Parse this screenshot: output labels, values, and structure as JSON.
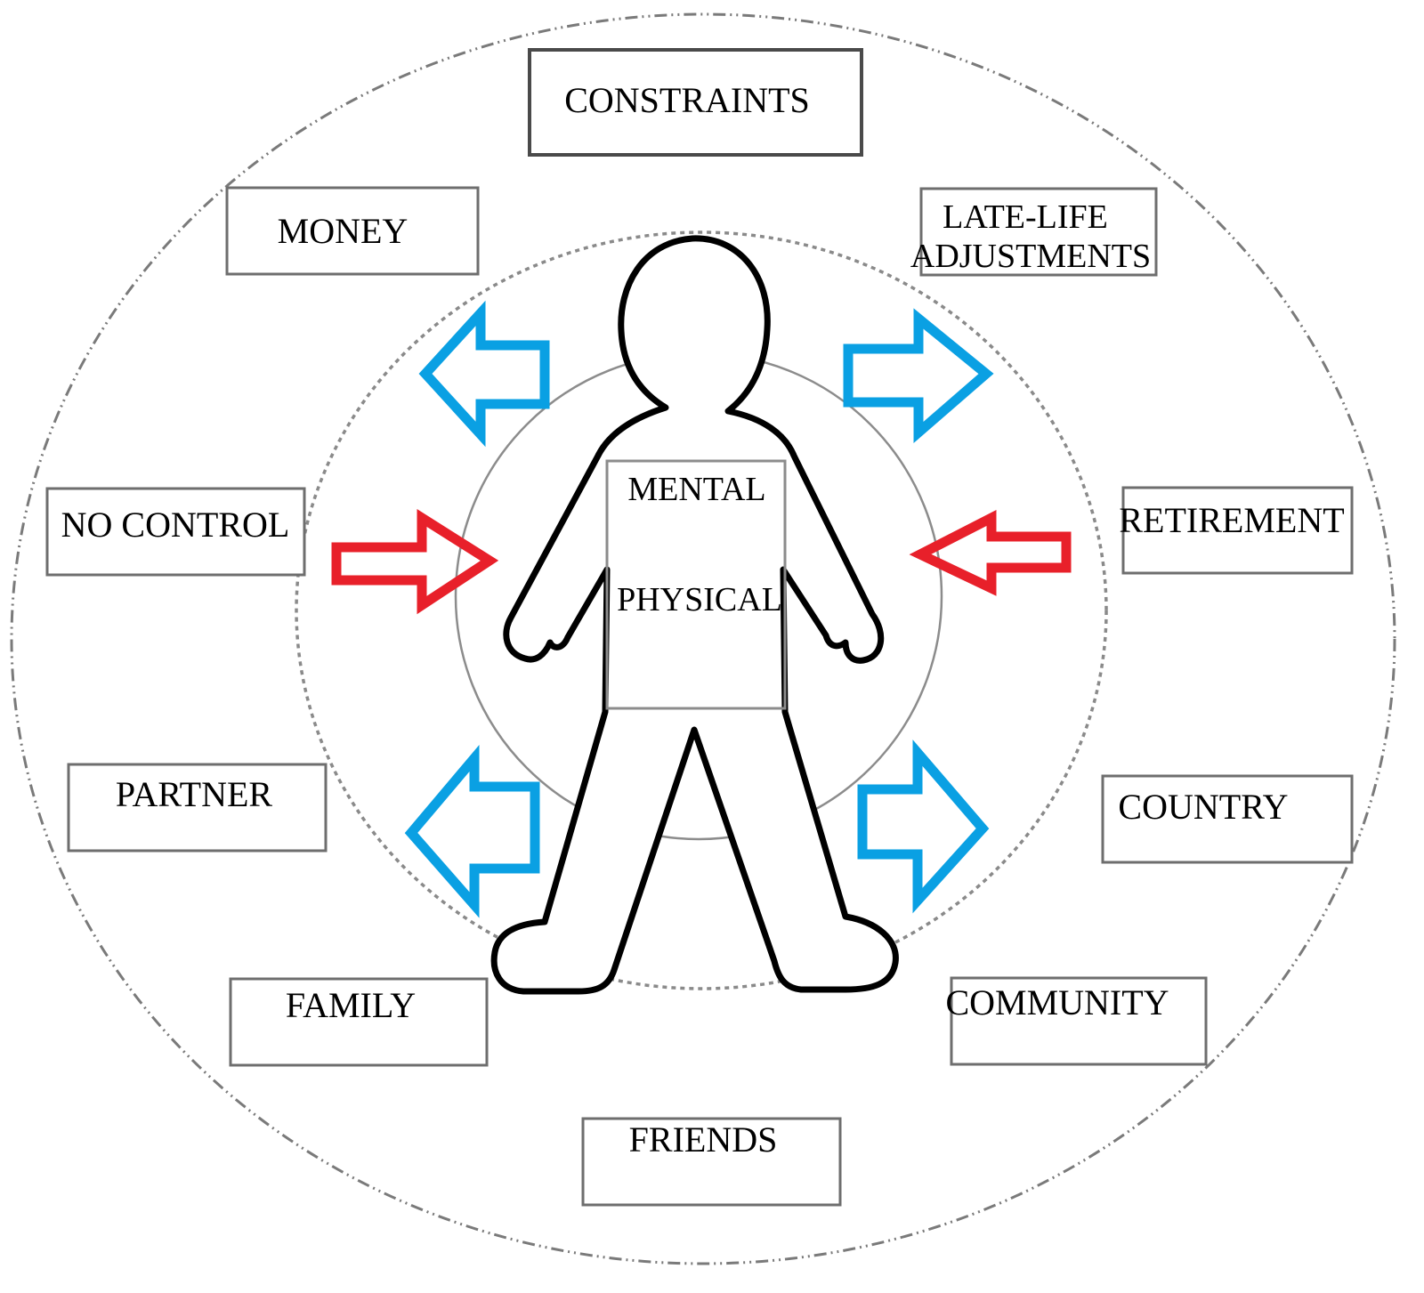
{
  "diagram": {
    "title": "Person with mental and physical health surrounded by constraints",
    "center": {
      "label_top": "MENTAL",
      "label_bottom": "PHYSICAL"
    },
    "factor_boxes": [
      {
        "id": "constraints",
        "label": "CONSTRAINTS"
      },
      {
        "id": "money",
        "label": "MONEY"
      },
      {
        "id": "late-life-adjustments",
        "label_line1": "LATE-LIFE",
        "label_line2": "ADJUSTMENTS"
      },
      {
        "id": "no-control",
        "label": "NO CONTROL"
      },
      {
        "id": "retirement",
        "label": "RETIREMENT"
      },
      {
        "id": "partner",
        "label": "PARTNER"
      },
      {
        "id": "country",
        "label": "COUNTRY"
      },
      {
        "id": "family",
        "label": "FAMILY"
      },
      {
        "id": "community",
        "label": "COMMUNITY"
      },
      {
        "id": "friends",
        "label": "FRIENDS"
      }
    ],
    "arrows": [
      {
        "id": "upper-left",
        "direction": "left",
        "color": "#0aa0e3",
        "meaning": "outward"
      },
      {
        "id": "upper-right",
        "direction": "right",
        "color": "#0aa0e3",
        "meaning": "outward"
      },
      {
        "id": "middle-left",
        "direction": "right",
        "color": "#e8202a",
        "meaning": "inward"
      },
      {
        "id": "middle-right",
        "direction": "left",
        "color": "#e8202a",
        "meaning": "inward"
      },
      {
        "id": "lower-left",
        "direction": "left",
        "color": "#0aa0e3",
        "meaning": "outward"
      },
      {
        "id": "lower-right",
        "direction": "right",
        "color": "#0aa0e3",
        "meaning": "outward"
      }
    ],
    "rings": [
      {
        "id": "outer-ring",
        "style": "dash-dot"
      },
      {
        "id": "middle-ring",
        "style": "dotted"
      },
      {
        "id": "inner-ring",
        "style": "solid"
      }
    ]
  }
}
